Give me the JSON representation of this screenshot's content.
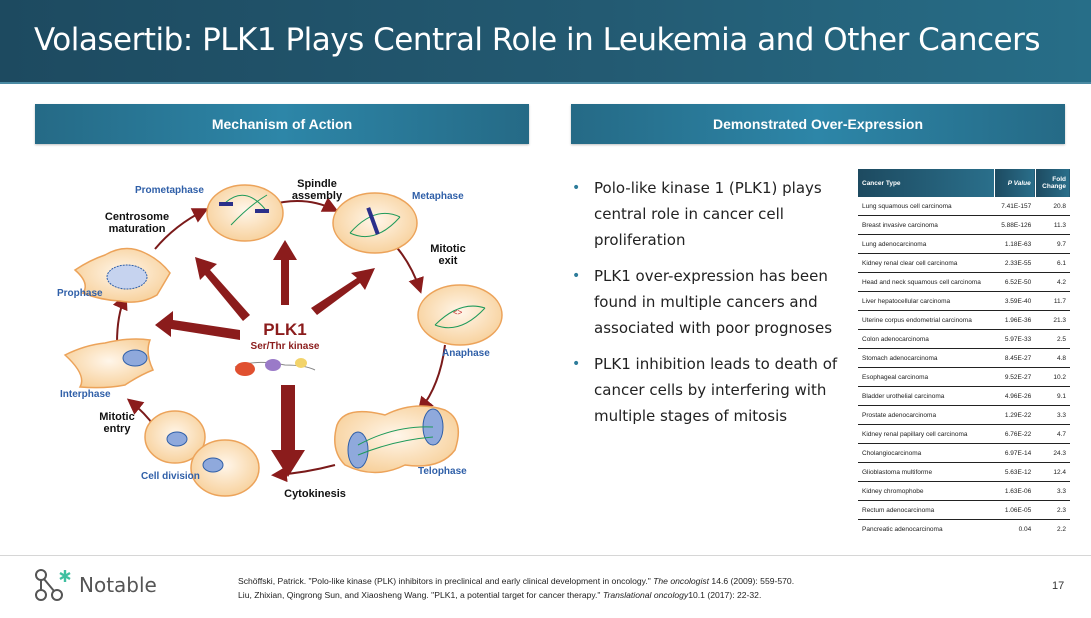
{
  "slide": {
    "title": "Volasertib: PLK1 Plays Central Role in Leukemia and Other Cancers",
    "page_number": "17"
  },
  "sections": {
    "left_header": "Mechanism of Action",
    "right_header": "Demonstrated Over-Expression"
  },
  "diagram": {
    "center_label": "PLK1",
    "center_sublabel": "Ser/Thr kinase",
    "phases": {
      "prometaphase": "Prometaphase",
      "metaphase": "Metaphase",
      "anaphase": "Anaphase",
      "telophase": "Telophase",
      "cell_division": "Cell division",
      "interphase": "Interphase",
      "prophase": "Prophase"
    },
    "processes": {
      "centrosome_1": "Centrosome",
      "centrosome_2": "maturation",
      "spindle_1": "Spindle",
      "spindle_2": "assembly",
      "mitotic_exit_1": "Mitotic",
      "mitotic_exit_2": "exit",
      "cytokinesis": "Cytokinesis",
      "mitotic_entry_1": "Mitotic",
      "mitotic_entry_2": "entry"
    },
    "colors": {
      "arrow": "#8b1c1c",
      "cell_fill": "#f9d8a8",
      "cell_stroke": "#eca35a",
      "phase_label": "#2f5fa8",
      "spindle": "#1f9a5a",
      "nucleus": "#7d9fd6"
    }
  },
  "bullets": [
    "Polo-like kinase 1 (PLK1) plays central role in cancer cell proliferation",
    "PLK1 over-expression has been found in multiple cancers and associated with poor prognoses",
    "PLK1 inhibition leads to death of cancer cells by interfering with multiple stages of mitosis"
  ],
  "table": {
    "headers": {
      "type": "Cancer Type",
      "p": "P Value",
      "fold_1": "Fold",
      "fold_2": "Change"
    },
    "rows": [
      {
        "type": "Lung squamous cell carcinoma",
        "p": "7.41E-157",
        "fold": "20.8"
      },
      {
        "type": "Breast invasive carcinoma",
        "p": "5.88E-126",
        "fold": "11.3"
      },
      {
        "type": "Lung adenocarcinoma",
        "p": "1.18E-63",
        "fold": "9.7"
      },
      {
        "type": "Kidney renal clear cell carcinoma",
        "p": "2.33E-55",
        "fold": "6.1"
      },
      {
        "type": "Head and neck squamous cell carcinoma",
        "p": "6.52E-50",
        "fold": "4.2"
      },
      {
        "type": "Liver hepatocellular carcinoma",
        "p": "3.59E-40",
        "fold": "11.7"
      },
      {
        "type": "Uterine corpus endometrial carcinoma",
        "p": "1.96E-36",
        "fold": "21.3"
      },
      {
        "type": "Colon adenocarcinoma",
        "p": "5.97E-33",
        "fold": "2.5"
      },
      {
        "type": "Stomach adenocarcinoma",
        "p": "8.45E-27",
        "fold": "4.8"
      },
      {
        "type": "Esophageal carcinoma",
        "p": "9.52E-27",
        "fold": "10.2"
      },
      {
        "type": "Bladder urothelial carcinoma",
        "p": "4.96E-26",
        "fold": "9.1"
      },
      {
        "type": "Prostate adenocarcinoma",
        "p": "1.29E-22",
        "fold": "3.3"
      },
      {
        "type": "Kidney renal papillary cell carcinoma",
        "p": "6.76E-22",
        "fold": "4.7"
      },
      {
        "type": "Cholangiocarcinoma",
        "p": "6.97E-14",
        "fold": "24.3"
      },
      {
        "type": "Glioblastoma multiforme",
        "p": "5.63E-12",
        "fold": "12.4"
      },
      {
        "type": "Kidney chromophobe",
        "p": "1.63E-06",
        "fold": "3.3"
      },
      {
        "type": "Rectum adenocarcinoma",
        "p": "1.06E-05",
        "fold": "2.3"
      },
      {
        "type": "Pancreatic adenocarcinoma",
        "p": "0.04",
        "fold": "2.2"
      }
    ]
  },
  "footer": {
    "logo_text": "Notable",
    "logo_colors": {
      "mark": "#555555",
      "asterisk": "#3fbfa0"
    },
    "ref1_pre": "Schöffski, Patrick. \"Polo-like kinase (PLK) inhibitors in preclinical and early clinical development in oncology.\" ",
    "ref1_journal": "The oncologist",
    "ref1_post": " 14.6 (2009): 559-570.",
    "ref2_pre": "Liu, Zhixian, Qingrong Sun, and Xiaosheng Wang. \"PLK1, a potential target for cancer therapy.\" ",
    "ref2_journal": "Translational oncology",
    "ref2_post": "10.1 (2017): 22-32."
  },
  "theme": {
    "header_dark": "#1d4a60",
    "header_light": "#2d86a8"
  }
}
